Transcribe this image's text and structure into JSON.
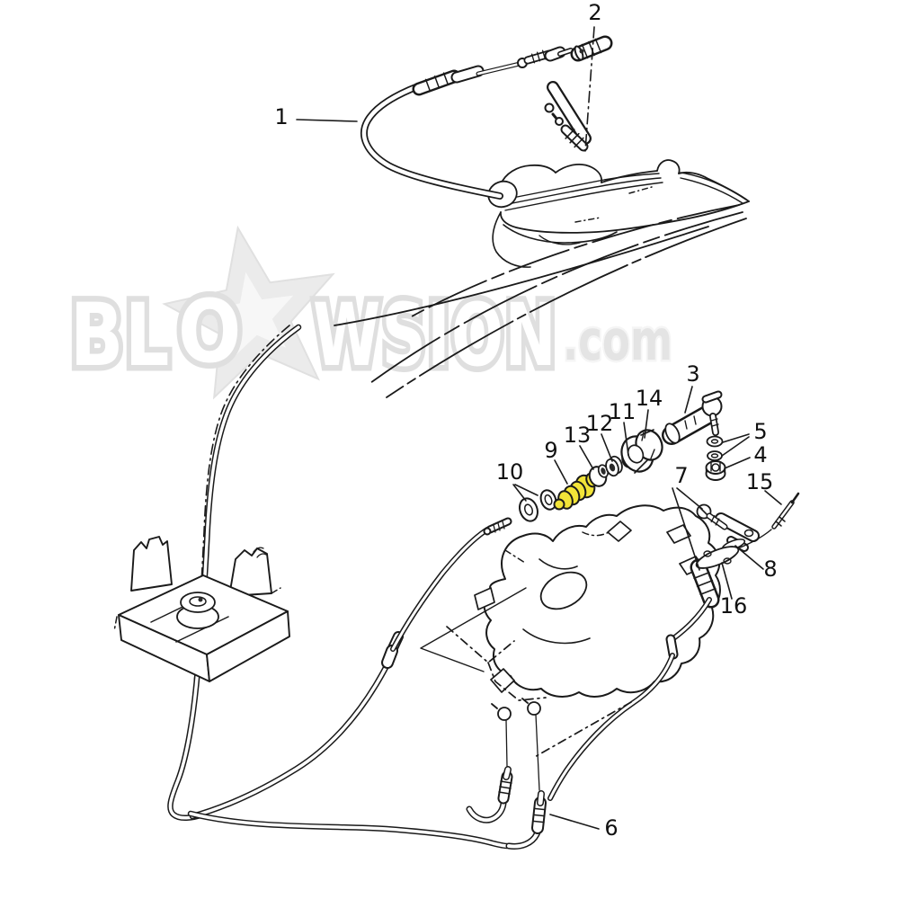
{
  "watermark": {
    "part1": "BL",
    "part2": "O",
    "part3": "WSION",
    "part4": ".com",
    "star_icon": "star",
    "color": "#e2e2e2"
  },
  "highlight": {
    "applies_to_label": "9",
    "color": "#F2E438"
  },
  "line_color": "#1a1a1a",
  "background": "#ffffff",
  "callouts": [
    {
      "label": "1"
    },
    {
      "label": "2"
    },
    {
      "label": "3"
    },
    {
      "label": "4"
    },
    {
      "label": "5"
    },
    {
      "label": "6"
    },
    {
      "label": "7"
    },
    {
      "label": "8"
    },
    {
      "label": "9"
    },
    {
      "label": "10"
    },
    {
      "label": "11"
    },
    {
      "label": "12"
    },
    {
      "label": "13"
    },
    {
      "label": "14"
    },
    {
      "label": "15"
    },
    {
      "label": "16"
    }
  ]
}
